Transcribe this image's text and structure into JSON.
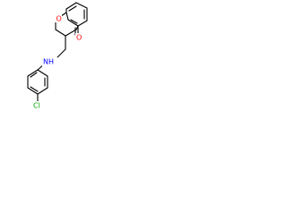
{
  "diagram": {
    "type": "chemical-structure",
    "colors": {
      "bond": "#000000",
      "O": "#ff0000",
      "N": "#0000ff",
      "Cl": "#00aa00",
      "background": "#ffffff"
    },
    "atom_labels": {
      "ring_oxygen": "O",
      "ketone_oxygen": "O",
      "amine": "NH",
      "chlorine": "Cl"
    }
  }
}
